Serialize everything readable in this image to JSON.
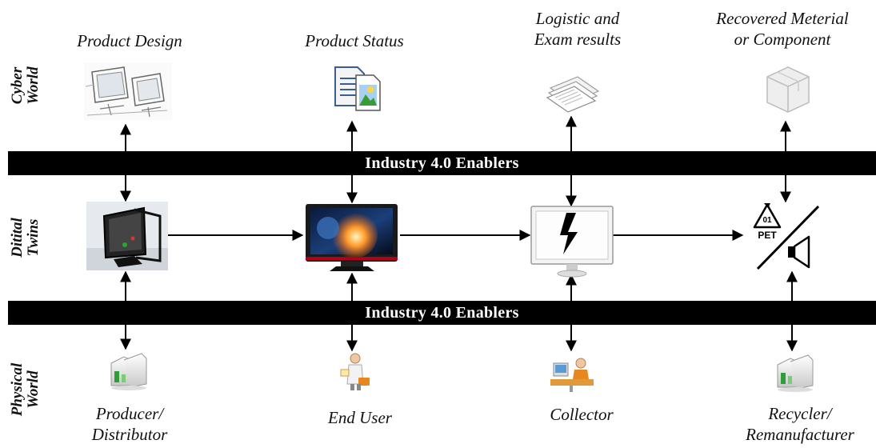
{
  "rows": {
    "cyber": [
      "Cyber",
      "World"
    ],
    "twins": [
      "Ditital",
      "Twins"
    ],
    "physical": [
      "Physical",
      "World"
    ]
  },
  "bands": {
    "top": "Industry 4.0 Enablers",
    "bottom": "Industry 4.0 Enablers"
  },
  "cyber_labels": [
    [
      "Product Design",
      ""
    ],
    [
      "Product Status",
      ""
    ],
    [
      "Logistic and",
      "Exam results"
    ],
    [
      "Recovered Meterial",
      "or Component"
    ]
  ],
  "physical_labels": [
    [
      "Producer/",
      "Distributor"
    ],
    [
      "End User",
      ""
    ],
    [
      "Collector",
      ""
    ],
    [
      "Recycler/",
      "Remanufacturer"
    ]
  ],
  "recycle_symbol": {
    "code": "01",
    "material": "PET"
  },
  "icons": {
    "cyber": [
      "product-design-sketch-icon",
      "document-image-icon",
      "papers-stack-icon",
      "box-icon"
    ],
    "twins": [
      "monitor-3d-model-icon",
      "tv-monitor-icon",
      "broken-monitor-icon",
      "recycle-speaker-icon"
    ],
    "physical": [
      "factory-building-icon",
      "user-person-icon",
      "collector-workstation-icon",
      "factory-building-icon"
    ]
  }
}
